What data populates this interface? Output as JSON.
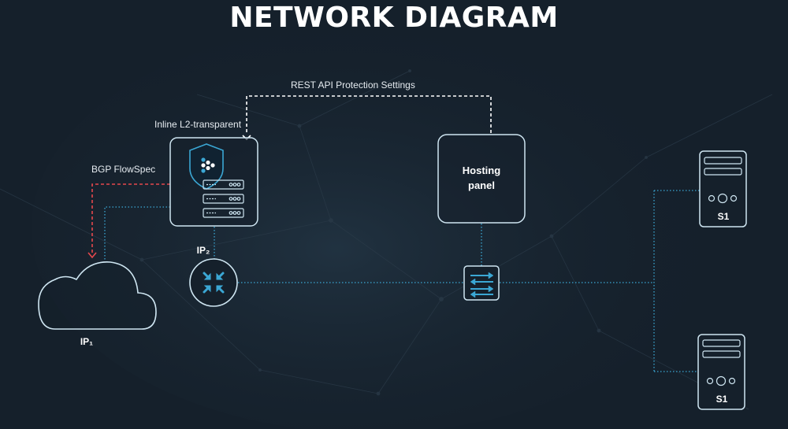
{
  "title": "NETWORK DIAGRAM",
  "labels": {
    "rest_api": "REST API Protection Settings",
    "inline": "Inline L2-transparent",
    "bgp": "BGP FlowSpec",
    "ip2": "IP₂",
    "ip1": "IP₁"
  },
  "hosting_panel": {
    "line1": "Hosting",
    "line2": "panel"
  },
  "servers": [
    {
      "label": "S1"
    },
    {
      "label": "S1"
    }
  ],
  "colors": {
    "background": "#15202b",
    "accent": "#3ba7d4",
    "bgp_line": "#e5484d",
    "box_stroke": "#cfe6f2",
    "text": "#ffffff"
  },
  "icons": {
    "protection_shield": "shield-icon",
    "router": "router-icon",
    "switch": "switch-icon",
    "cloud": "cloud-icon",
    "server": "server-icon"
  }
}
